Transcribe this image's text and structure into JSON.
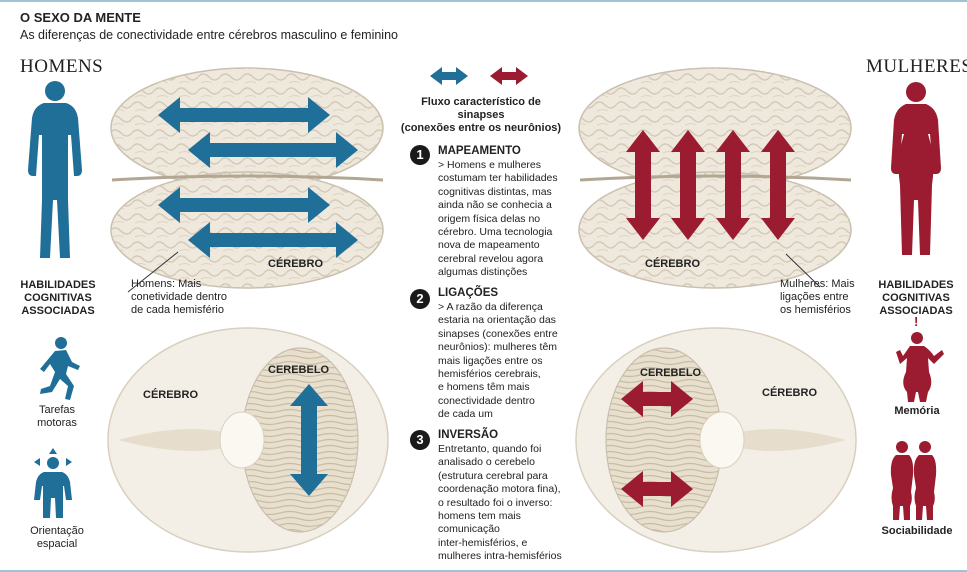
{
  "header": {
    "title": "O SEXO DA MENTE",
    "subtitle": "As diferenças de conectividade entre cérebros masculino e feminino"
  },
  "colors": {
    "male": "#1f6f99",
    "female": "#9b1b30",
    "brain": "#efe8dc",
    "brain_line": "#c9bfae"
  },
  "left": {
    "title": "HOMENS",
    "abilities": [
      "HABILIDADES",
      "COGNITIVAS",
      "ASSOCIADAS"
    ],
    "callout": [
      "Homens: Mais",
      "conetividade dentro",
      "de cada hemisfério"
    ],
    "skill1": [
      "Tarefas",
      "motoras"
    ],
    "skill2": [
      "Orientação",
      "espacial"
    ]
  },
  "right": {
    "title": "MULHERES",
    "abilities": [
      "HABILIDADES",
      "COGNITIVAS",
      "ASSOCIADAS"
    ],
    "callout": [
      "Mulheres: Mais",
      "ligações entre",
      "os hemisférios"
    ],
    "skill1": "Memória",
    "skill2": "Sociabilidade",
    "exclaim": "!"
  },
  "legend": {
    "caption": [
      "Fluxo característico de sinapses",
      "(conexões entre os neurônios)"
    ]
  },
  "brain_labels": {
    "cerebro_top_left": "CÉREBRO",
    "cerebro_top_right": "CÉREBRO",
    "cerebro_bottom_left": "CÉREBRO",
    "cerebelo_left": "CEREBELO",
    "cerebelo_right": "CEREBELO",
    "cerebro_bottom_right": "CÉREBRO"
  },
  "sections": [
    {
      "num": "1",
      "heading": "MAPEAMENTO",
      "lines": [
        "> Homens e mulheres",
        "costumam ter habilidades",
        "cognitivas distintas, mas",
        "ainda não se conhecia a",
        "origem física delas no",
        "cérebro. Uma tecnologia",
        "nova de mapeamento",
        "cerebral revelou agora",
        "algumas distinções"
      ]
    },
    {
      "num": "2",
      "heading": "LIGAÇÕES",
      "lines": [
        "> A razão da diferença",
        "estaria na orientação das",
        "sinapses (conexões entre",
        "neurônios): mulheres têm",
        "mais ligações entre os",
        "hemisférios cerebrais,",
        "e homens têm mais",
        "conectividade dentro",
        "de cada um"
      ]
    },
    {
      "num": "3",
      "heading": "INVERSÃO",
      "lines": [
        "Entretanto, quando foi",
        "analisado o cerebelo",
        "(estrutura cerebral para",
        "coordenação motora fina),",
        "o resultado foi o inverso:",
        "homens tem mais",
        "comunicação",
        "inter-hemisférios, e",
        "mulheres intra-hemisférios"
      ]
    }
  ]
}
